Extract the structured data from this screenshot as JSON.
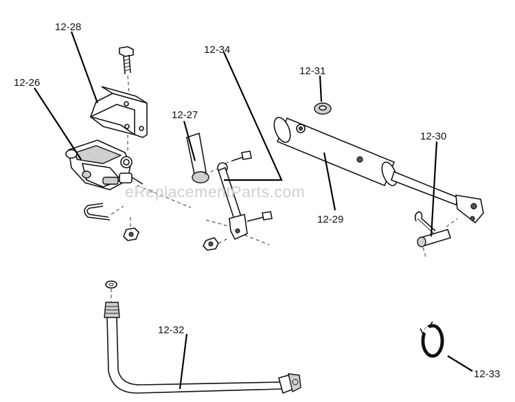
{
  "watermark": "eReplacementParts.com",
  "callouts": {
    "p12_26": "12-26",
    "p12_27": "12-27",
    "p12_28": "12-28",
    "p12_29": "12-29",
    "p12_30": "12-30",
    "p12_31": "12-31",
    "p12_32": "12-32",
    "p12_33": "12-33",
    "p12_34": "12-34"
  }
}
